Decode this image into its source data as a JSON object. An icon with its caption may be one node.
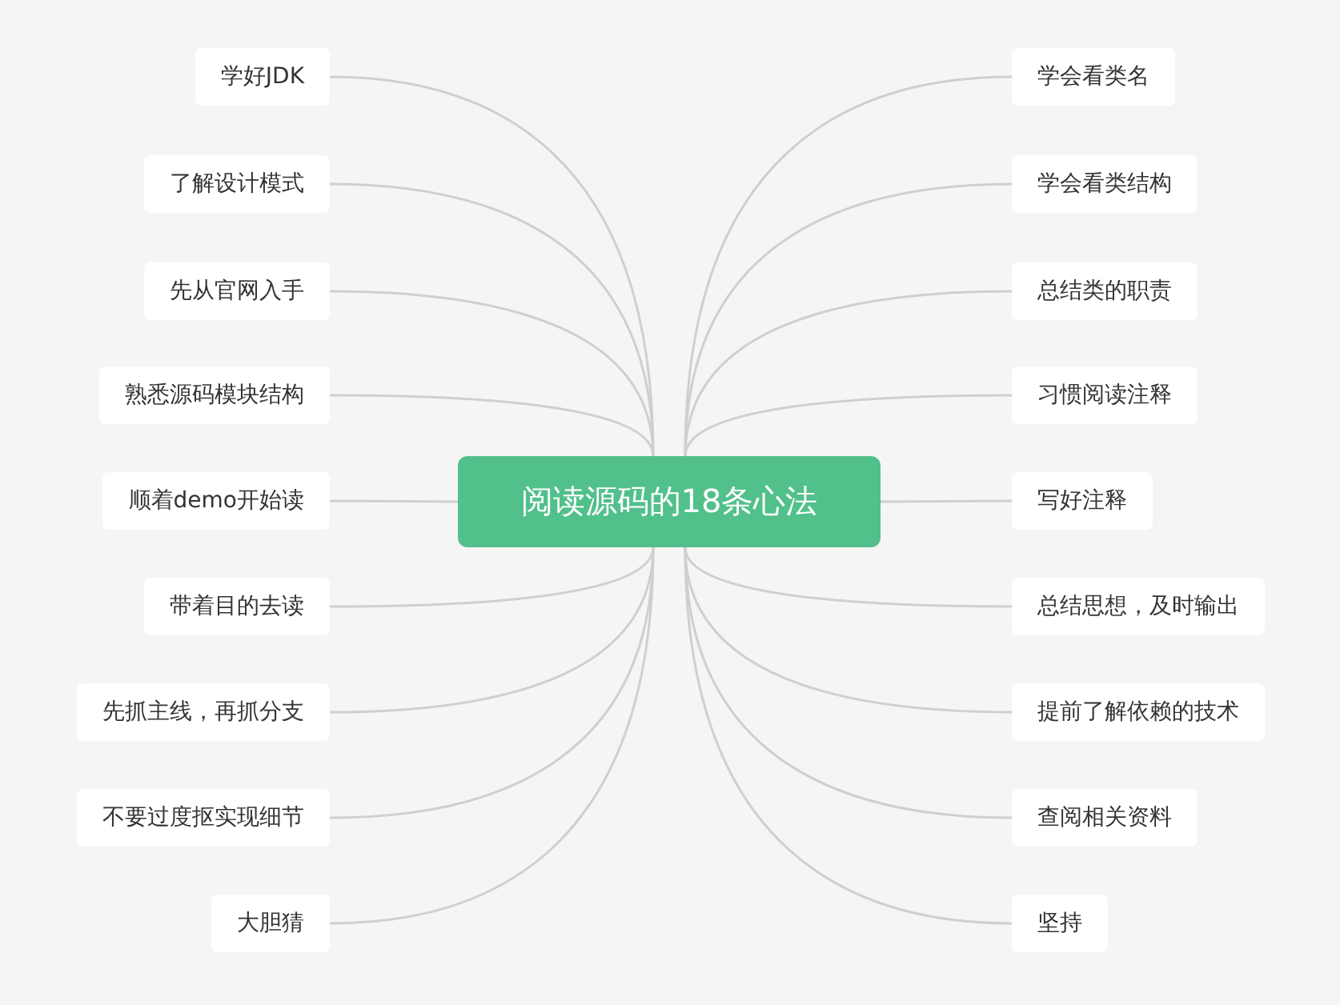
{
  "diagram": {
    "nodes": [
      {
        "text": [
          "阅读源码的18条心法"
        ]
      },
      {
        "text": [
          "学好JDK"
        ]
      },
      {
        "text": [
          "了解设计模式"
        ]
      },
      {
        "text": [
          "先从官网入手"
        ]
      },
      {
        "text": [
          "熟悉源码模块结构"
        ]
      },
      {
        "text": [
          "顺着demo开始读"
        ]
      },
      {
        "text": [
          "带着目的去读"
        ]
      },
      {
        "text": [
          "先抓主线，再抓分支"
        ]
      },
      {
        "text": [
          "不要过度抠实现细节"
        ]
      },
      {
        "text": [
          "大胆猜"
        ]
      },
      {
        "text": [
          "学会看类名"
        ]
      },
      {
        "text": [
          "学会看类结构"
        ]
      },
      {
        "text": [
          "总结类的职责"
        ]
      },
      {
        "text": [
          "习惯阅读注释"
        ]
      },
      {
        "text": [
          "写好注释"
        ]
      },
      {
        "text": [
          "总结思想，及时输出"
        ]
      },
      {
        "text": [
          "提前了解依赖的技术"
        ]
      },
      {
        "text": [
          "查阅相关资料"
        ]
      },
      {
        "text": [
          "坚持"
        ]
      }
    ],
    "edges": [
      {
        "from": 0,
        "to": 1,
        "arrow": "none"
      },
      {
        "from": 0,
        "to": 2,
        "arrow": "none"
      },
      {
        "from": 0,
        "to": 3,
        "arrow": "none"
      },
      {
        "from": 0,
        "to": 4,
        "arrow": "none"
      },
      {
        "from": 0,
        "to": 5,
        "arrow": "none"
      },
      {
        "from": 0,
        "to": 6,
        "arrow": "none"
      },
      {
        "from": 0,
        "to": 7,
        "arrow": "none"
      },
      {
        "from": 0,
        "to": 8,
        "arrow": "none"
      },
      {
        "from": 0,
        "to": 9,
        "arrow": "none"
      },
      {
        "from": 0,
        "to": 10,
        "arrow": "none"
      },
      {
        "from": 0,
        "to": 11,
        "arrow": "none"
      },
      {
        "from": 0,
        "to": 12,
        "arrow": "none"
      },
      {
        "from": 0,
        "to": 13,
        "arrow": "none"
      },
      {
        "from": 0,
        "to": 14,
        "arrow": "none"
      },
      {
        "from": 0,
        "to": 15,
        "arrow": "none"
      },
      {
        "from": 0,
        "to": 16,
        "arrow": "none"
      },
      {
        "from": 0,
        "to": 17,
        "arrow": "none"
      },
      {
        "from": 0,
        "to": 18,
        "arrow": "none"
      }
    ]
  }
}
